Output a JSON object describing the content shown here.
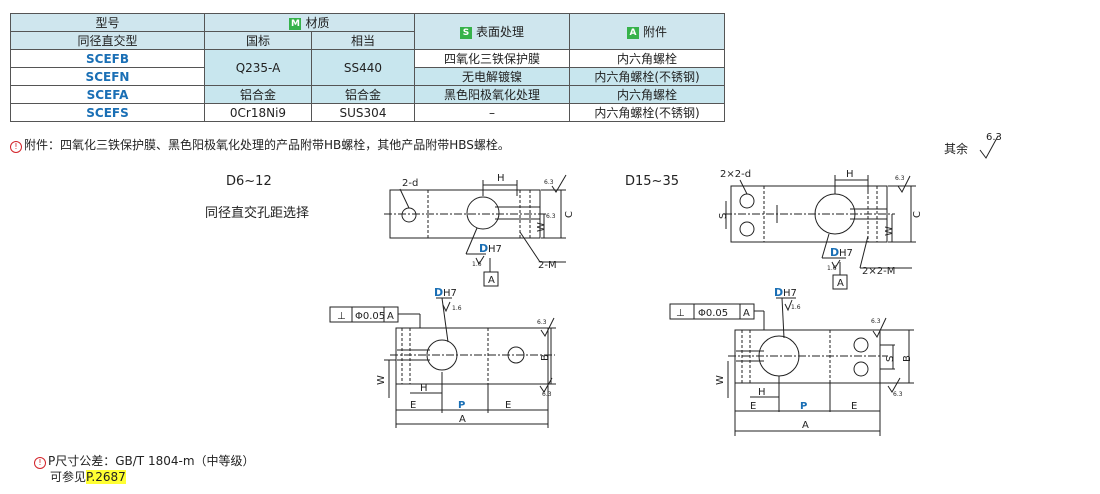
{
  "table": {
    "header": {
      "model": "型号",
      "material": "材质",
      "material_badge": "M",
      "surface": "表面处理",
      "surface_badge": "S",
      "accessory": "附件",
      "accessory_badge": "A",
      "type": "同径直交型",
      "gb": "国标",
      "equiv": "相当"
    },
    "rows": [
      {
        "code": "SCEFB",
        "gb": "Q235-A",
        "equiv": "SS440",
        "surface": "四氧化三铁保护膜",
        "accessory": "内六角螺栓"
      },
      {
        "code": "SCEFN",
        "gb": "",
        "equiv": "",
        "surface": "无电解镀镍",
        "accessory": "内六角螺栓(不锈钢)"
      },
      {
        "code": "SCEFA",
        "gb": "铝合金",
        "equiv": "铝合金",
        "surface": "黑色阳极氧化处理",
        "accessory": "内六角螺栓"
      },
      {
        "code": "SCEFS",
        "gb": "0Cr18Ni9",
        "equiv": "SUS304",
        "surface": "–",
        "accessory": "内六角螺栓(不锈钢)"
      }
    ]
  },
  "note_accessory": "附件：四氧化三铁保护膜、黑色阳极氧化处理的产品附带HB螺栓，其他产品附带HBS螺栓。",
  "roughness_rest": "其余",
  "roughness_val": "6.3",
  "diagram_left": {
    "range": "D6~12",
    "subtitle": "同径直交孔距选择",
    "lbl_2d": "2-d",
    "lbl_H": "H",
    "lbl_C": "C",
    "lbl_W": "W",
    "lbl_D": "D",
    "lbl_H7": "H7",
    "lbl_2M": "2-M",
    "lbl_A": "A",
    "lbl_perp": "⊥",
    "lbl_tol": "Φ0.05",
    "lbl_B": "B",
    "lbl_E": "E",
    "lbl_P": "P",
    "lbl_16": "1.6"
  },
  "diagram_right": {
    "range": "D15~35",
    "lbl_2x2d": "2×2-d",
    "lbl_H": "H",
    "lbl_S": "S",
    "lbl_C": "C",
    "lbl_W": "W",
    "lbl_D": "D",
    "lbl_H7": "H7",
    "lbl_2x2M": "2×2-M",
    "lbl_A": "A",
    "lbl_perp": "⊥",
    "lbl_tol": "Φ0.05",
    "lbl_B": "B",
    "lbl_E": "E",
    "lbl_P": "P",
    "lbl_16": "1.6"
  },
  "note_tol": "P尺寸公差：GB/T 1804-m（中等级）",
  "note_ref": "可参见",
  "note_ref_link": "P.2687",
  "colors": {
    "accent": "#1a6fb5",
    "badge": "#36b24a",
    "header_bg": "#cfe6ee",
    "highlight": "#ffff33",
    "warn": "#d3242a"
  }
}
